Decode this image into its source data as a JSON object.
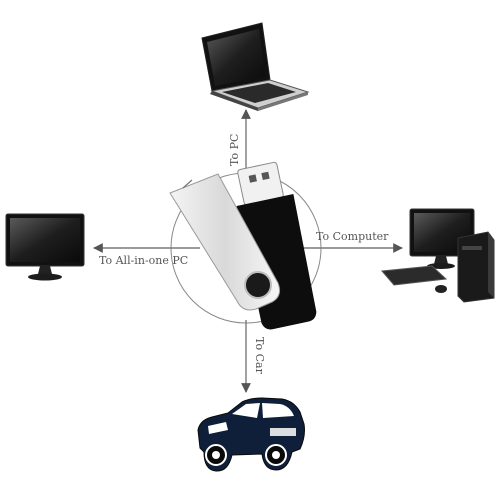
{
  "diagram": {
    "center_device": "usb-flash-drive",
    "connections": [
      {
        "id": "pc",
        "label": "To PC",
        "direction": "up",
        "device": "laptop-icon"
      },
      {
        "id": "computer",
        "label": "To Computer",
        "direction": "right",
        "device": "desktop-computer-icon"
      },
      {
        "id": "car",
        "label": "To Car",
        "direction": "down",
        "device": "car-icon"
      },
      {
        "id": "aio",
        "label": "To All-in-one PC",
        "direction": "left",
        "device": "monitor-icon"
      }
    ]
  },
  "colors": {
    "arrow": "#7a7a7a",
    "drive_body": "#0d0d0d",
    "swivel_metal": "#e6e6e6",
    "background": "#ffffff"
  }
}
